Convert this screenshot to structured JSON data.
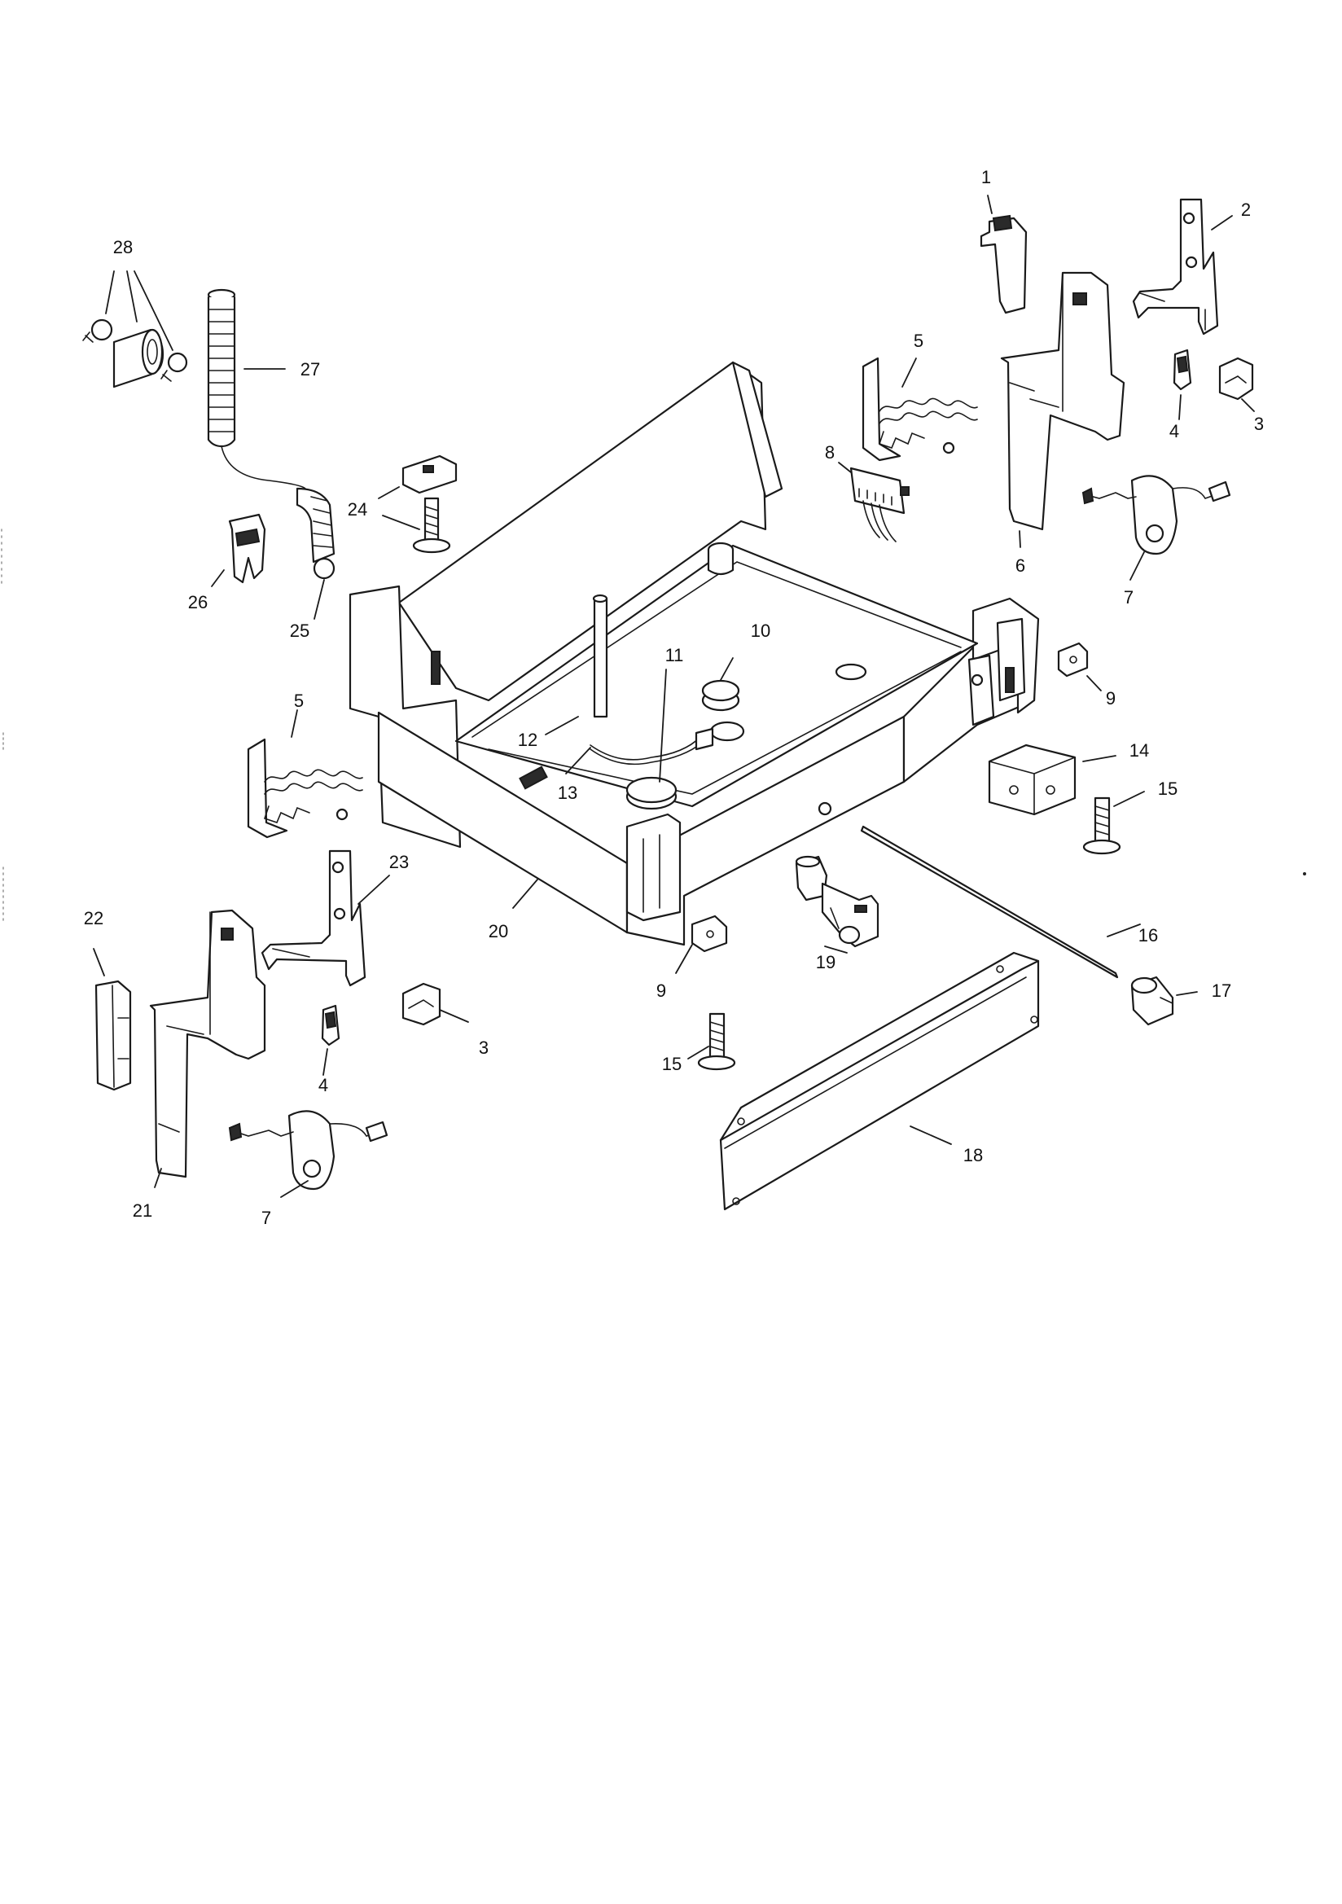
{
  "diagram": {
    "callouts": [
      "1",
      "2",
      "3",
      "3",
      "4",
      "4",
      "5",
      "5",
      "6",
      "7",
      "7",
      "8",
      "9",
      "9",
      "10",
      "11",
      "12",
      "13",
      "14",
      "15",
      "15",
      "16",
      "17",
      "18",
      "19",
      "20",
      "21",
      "22",
      "23",
      "24",
      "25",
      "26",
      "27",
      "28"
    ]
  }
}
